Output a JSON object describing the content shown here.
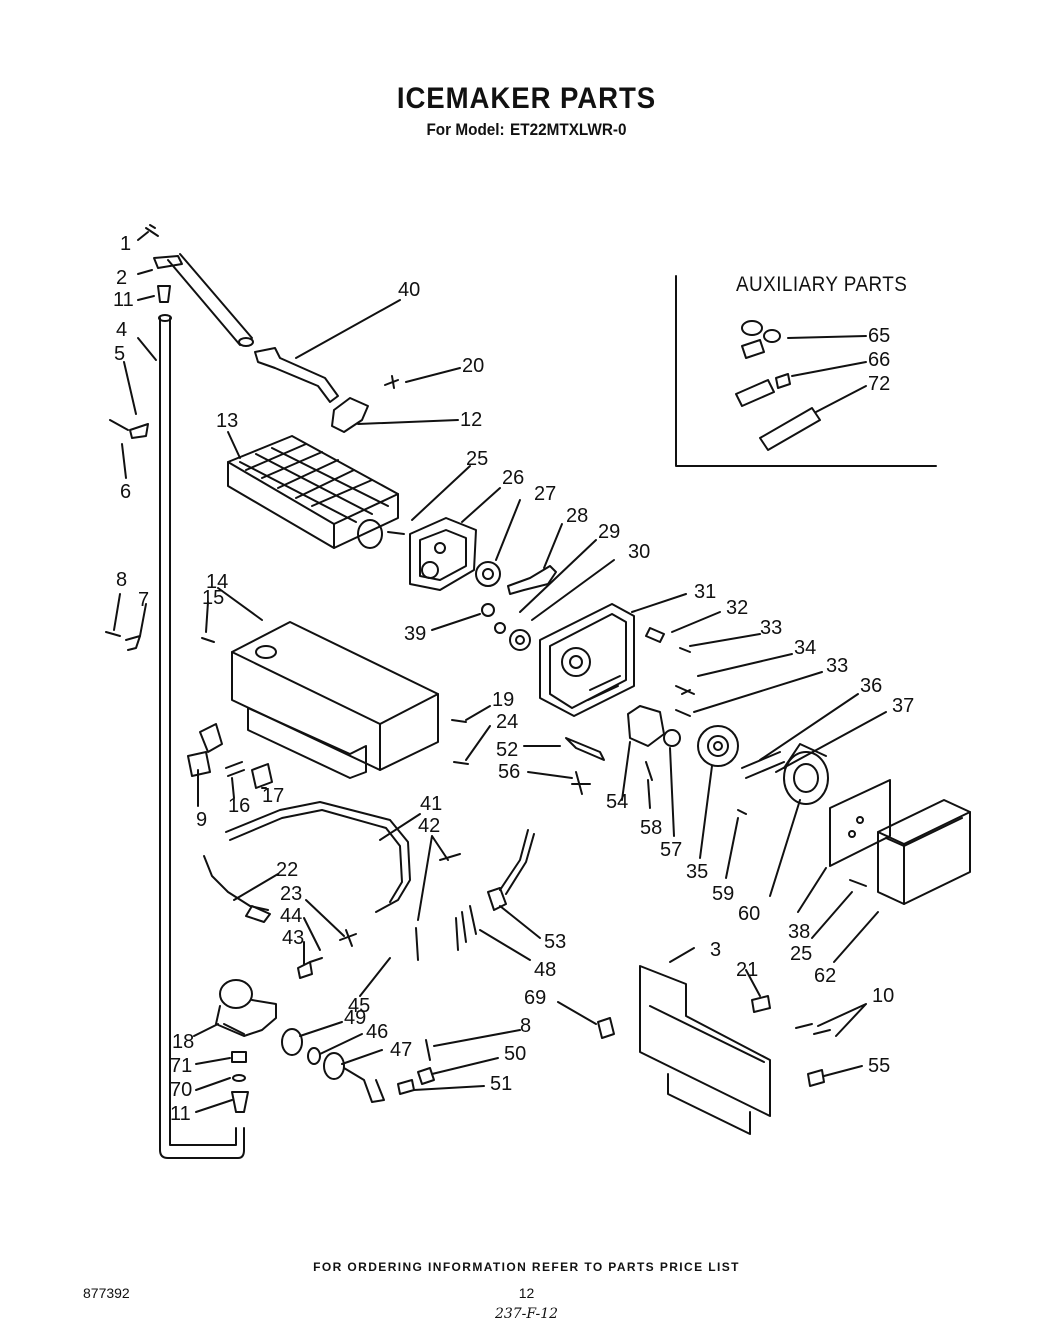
{
  "title": "ICEMAKER PARTS",
  "model_label": "For Model:",
  "model_number": "ET22MTXLWR-0",
  "auxiliary_title": "AUXILIARY PARTS",
  "footer_note": "FOR ORDERING INFORMATION REFER TO PARTS PRICE LIST",
  "document_number": "877392",
  "page_number": "12",
  "handwritten_code": "237-F-12",
  "callouts": [
    "1",
    "2",
    "11",
    "4",
    "5",
    "6",
    "40",
    "20",
    "12",
    "13",
    "25",
    "26",
    "27",
    "28",
    "29",
    "30",
    "39",
    "8",
    "7",
    "14",
    "15",
    "31",
    "32",
    "33",
    "34",
    "33",
    "36",
    "37",
    "19",
    "24",
    "52",
    "56",
    "9",
    "16",
    "17",
    "54",
    "58",
    "57",
    "35",
    "59",
    "60",
    "38",
    "25",
    "62",
    "41",
    "42",
    "22",
    "23",
    "44",
    "43",
    "45",
    "53",
    "48",
    "3",
    "21",
    "10",
    "69",
    "55",
    "18",
    "71",
    "70",
    "11",
    "49",
    "46",
    "8",
    "47",
    "50",
    "51",
    "65",
    "66",
    "72"
  ]
}
